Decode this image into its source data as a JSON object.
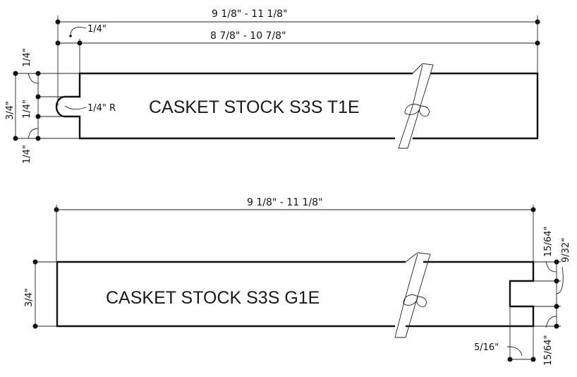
{
  "profiles": [
    {
      "title": "CASKET STOCK  S3S  T1E",
      "dims": {
        "overall": "9 1/8\"   -   11 1/8\"",
        "face": "8 7/8\"   -   10 7/8\"",
        "offset": "1/4\"",
        "thickness": "3/4\"",
        "top": "1/4\"",
        "middle": "1/4\"",
        "bottom": "1/4\"",
        "radius": "1/4\" R"
      }
    },
    {
      "title": "CASKET STOCK  S3S  G1E",
      "dims": {
        "overall": "9 1/8\"  -  11 1/8\"",
        "thickness": "3/4\"",
        "top": "15/64\"",
        "groove": "9/32\"",
        "bottom": "15/64\"",
        "depth": "5/16\""
      }
    }
  ]
}
